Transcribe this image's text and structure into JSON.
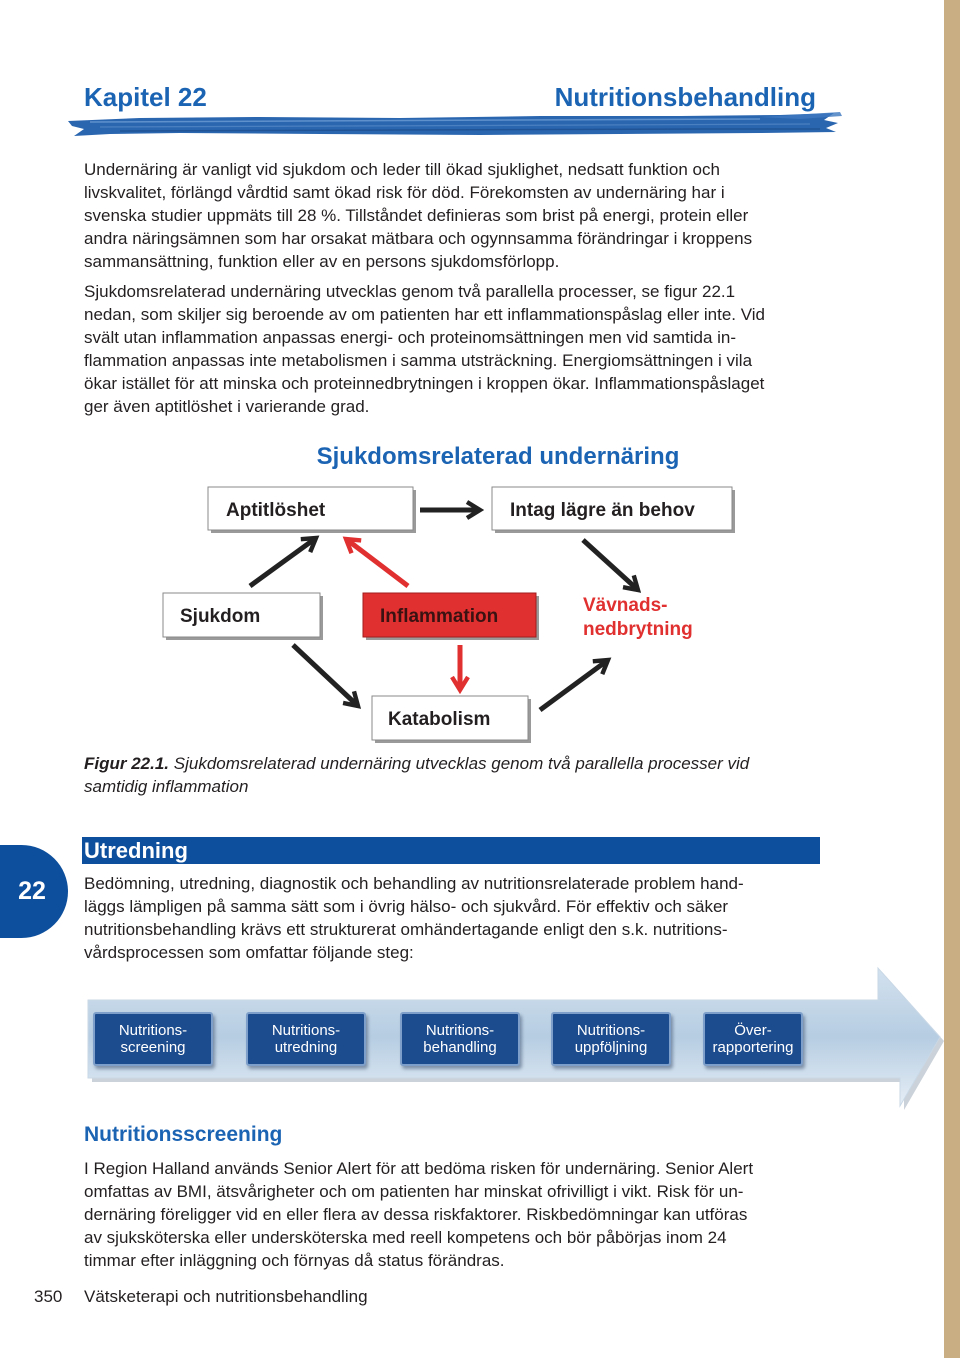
{
  "colors": {
    "heading_blue": "#1b63b3",
    "section_blue": "#0d4f9c",
    "process_box_blue": "#1d4c8e",
    "inflammation_red": "#e0302f",
    "right_bar": "#c9ad83"
  },
  "header": {
    "chapter": "Kapitel 22",
    "title": "Nutritionsbehandling"
  },
  "intro": {
    "paragraph1": [
      "Undernäring är vanligt vid sjukdom och leder till ökad sjuklighet, nedsatt funktion och",
      "livskvalitet, förlängd vårdtid samt ökad risk för död. Förekomsten av undernäring har i",
      "svenska studier uppmäts till 28 %. Tillståndet definieras som brist på energi, protein eller",
      "andra näringsämnen som har orsakat mätbara och ogynnsamma förändringar i kroppens",
      "sammansättning, funktion eller av en persons sjukdomsförlopp."
    ],
    "paragraph2": [
      "Sjukdomsrelaterad undernäring utvecklas genom två parallella processer, se figur 22.1",
      "nedan, som skiljer sig beroende av om patienten har ett inflammationspåslag eller inte. Vid",
      "svält utan inflammation anpassas energi- och proteinomsättningen men vid samtida in-",
      "flammation anpassas inte metabolismen i samma utsträckning. Energiomsättningen i vila",
      "ökar istället för att minska och proteinnedbrytningen i kroppen ökar. Inflammationspåslaget",
      "ger även aptitlöshet i varierande grad."
    ]
  },
  "figure": {
    "title": "Sjukdomsrelaterad undernäring",
    "boxes": {
      "aptitloshet": "Aptitlöshet",
      "intag": "Intag lägre än behov",
      "sjukdom": "Sjukdom",
      "inflammation": "Inflammation",
      "vavnad_line1": "Vävnads-",
      "vavnad_line2": "nedbrytning",
      "katabolism": "Katabolism"
    },
    "caption_label": "Figur 22.1.",
    "caption_line1": " Sjukdomsrelaterad undernäring utvecklas genom två parallella processer vid",
    "caption_line2": "samtidig inflammation"
  },
  "side_tab": {
    "number": "22"
  },
  "utredning": {
    "heading": "Utredning",
    "lines": [
      "Bedömning, utredning, diagnostik och behandling av nutritionsrelaterade problem hand-",
      "läggs lämpligen på samma sätt som i övrig hälso- och sjukvård. För effektiv och säker",
      "nutritionsbehandling krävs ett strukturerat omhändertagande enligt den s.k. nutritions-",
      "vårdsprocessen som omfattar följande steg:"
    ]
  },
  "process": {
    "steps": [
      {
        "line1": "Nutritions-",
        "line2": "screening"
      },
      {
        "line1": "Nutritions-",
        "line2": "utredning"
      },
      {
        "line1": "Nutritions-",
        "line2": "behandling"
      },
      {
        "line1": "Nutritions-",
        "line2": "uppföljning"
      },
      {
        "line1": "Över-",
        "line2": "rapportering"
      }
    ]
  },
  "screening": {
    "heading": "Nutritionsscreening",
    "lines": [
      "I Region Halland används Senior Alert för att bedöma risken för undernäring. Senior Alert",
      "omfattas av BMI, ätsvårigheter och om patienten har minskat ofrivilligt i vikt. Risk för un-",
      "dernäring föreligger vid en eller flera av dessa riskfaktorer. Riskbedömningar kan utföras",
      "av sjuksköterska eller undersköterska med reell kompetens och bör påbörjas inom 24",
      "timmar efter inläggning och förnyas då status förändras."
    ]
  },
  "footer": {
    "page_number": "350",
    "book_title": "Vätsketerapi och nutritionsbehandling"
  }
}
